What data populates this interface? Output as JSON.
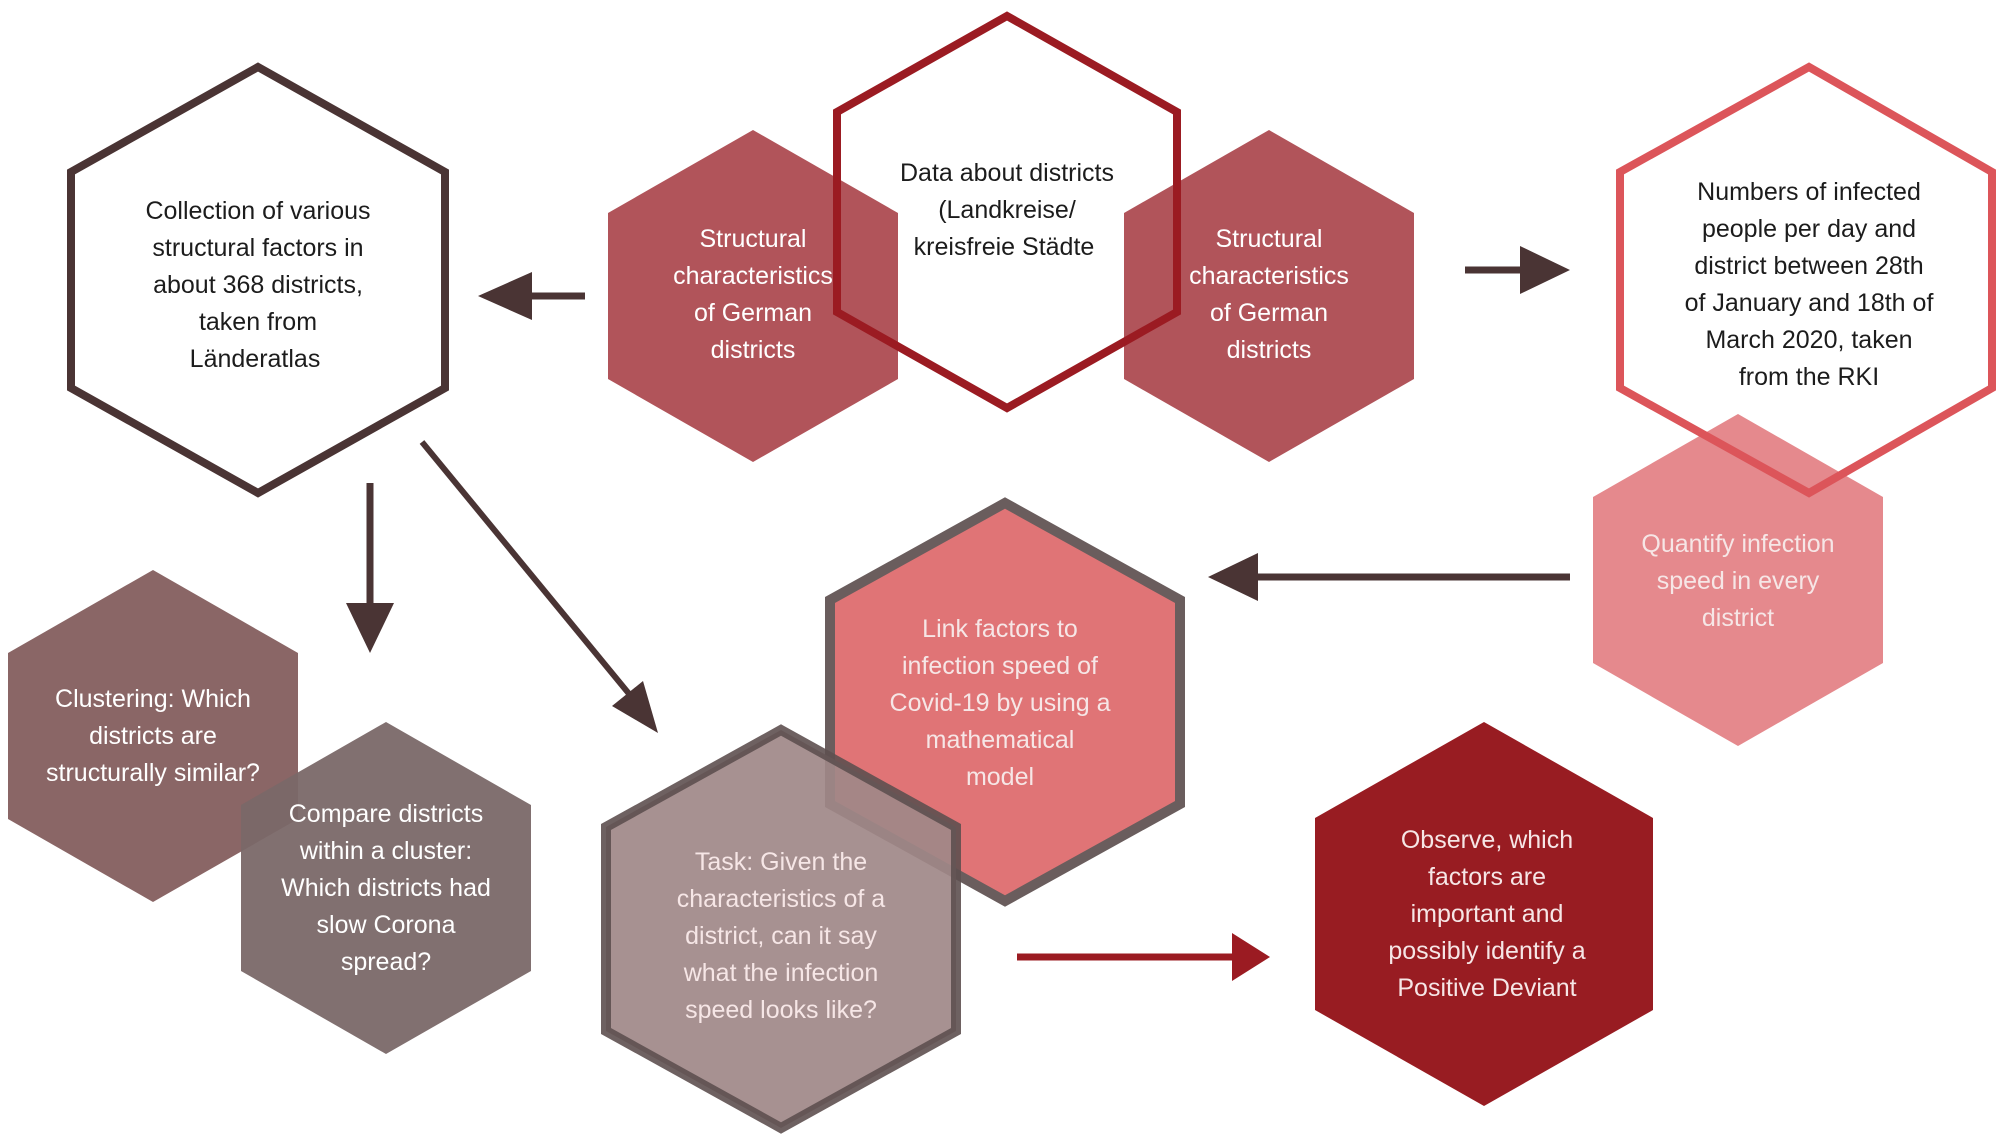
{
  "nodes": {
    "collection": [
      "Collection of various",
      "structural factors in",
      "about 368 districts,",
      "taken from",
      "Länderatlas"
    ],
    "structural_left": [
      "Structural",
      "characteristics",
      "of German",
      "districts"
    ],
    "data_about": [
      "Data about districts",
      "(Landkreise/",
      "kreisfreie Städte"
    ],
    "structural_right": [
      "Structural",
      "characteristics",
      "of German",
      "districts"
    ],
    "numbers_infected": [
      "Numbers of infected",
      "people per day and",
      "district between 28th",
      "of January and 18th of",
      "March 2020, taken",
      "from the RKI"
    ],
    "quantify": [
      "Quantify infection",
      "speed in every",
      "district"
    ],
    "clustering": [
      "Clustering: Which",
      "districts are",
      "structurally similar?"
    ],
    "compare": [
      "Compare districts",
      "within a cluster:",
      "Which districts had",
      "slow Corona",
      "spread?"
    ],
    "link_factors": [
      "Link factors to",
      "infection speed of",
      "Covid-19 by using a",
      "mathematical",
      "model"
    ],
    "task": [
      "Task: Given the",
      "characteristics of a",
      "district, can it say",
      "what the infection",
      "speed looks like?"
    ],
    "observe": [
      "Observe, which",
      "factors are",
      "important  and",
      "possibly identify a",
      "Positive Deviant"
    ]
  },
  "colors": {
    "dark_outline": "#4a3434",
    "maroon_outline": "#9b1b22",
    "red_outline": "#dc555a",
    "struct_fill": "#b1545a",
    "quantify_fill": "#e5898d",
    "clustering_fill": "#8a6666",
    "compare_fill": "#7a6868",
    "link_fill": "#e07476",
    "link_outline": "#6a5d5d",
    "task_fill": "#a08888",
    "task_outline": "#5e5050",
    "observe_fill": "#981c22",
    "arrow_dark": "#4a3434",
    "arrow_red": "#9b1b22"
  }
}
